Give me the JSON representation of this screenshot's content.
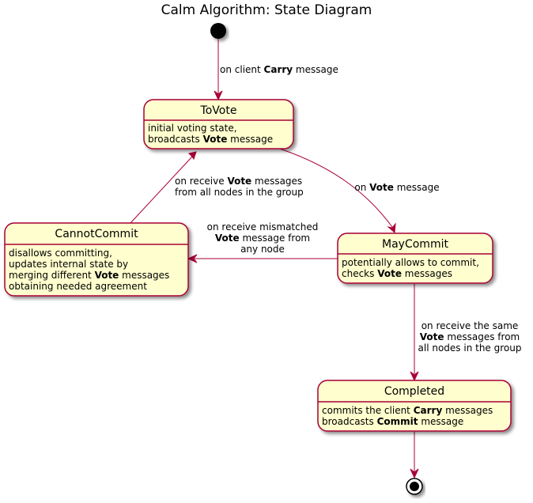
{
  "title": "Calm Algorithm: State Diagram",
  "colors": {
    "state_fill": "#fefece",
    "state_border": "#a80036",
    "edge": "#a80036",
    "pseudo": "#000000"
  },
  "states": {
    "tovote": {
      "name": "ToVote",
      "desc": [
        [
          {
            "t": "initial voting state,",
            "b": false
          }
        ],
        [
          {
            "t": "broadcasts ",
            "b": false
          },
          {
            "t": "Vote",
            "b": true
          },
          {
            "t": " message",
            "b": false
          }
        ]
      ]
    },
    "cannotcommit": {
      "name": "CannotCommit",
      "desc": [
        [
          {
            "t": "disallows committing,",
            "b": false
          }
        ],
        [
          {
            "t": "updates internal state by",
            "b": false
          }
        ],
        [
          {
            "t": "merging different ",
            "b": false
          },
          {
            "t": "Vote",
            "b": true
          },
          {
            "t": " messages",
            "b": false
          }
        ],
        [
          {
            "t": "obtaining needed agreement",
            "b": false
          }
        ]
      ]
    },
    "maycommit": {
      "name": "MayCommit",
      "desc": [
        [
          {
            "t": "potentially allows to commit,",
            "b": false
          }
        ],
        [
          {
            "t": "checks ",
            "b": false
          },
          {
            "t": "Vote",
            "b": true
          },
          {
            "t": " messages",
            "b": false
          }
        ]
      ]
    },
    "completed": {
      "name": "Completed",
      "desc": [
        [
          {
            "t": "commits the client ",
            "b": false
          },
          {
            "t": "Carry",
            "b": true
          },
          {
            "t": " messages",
            "b": false
          }
        ],
        [
          {
            "t": "broadcasts ",
            "b": false
          },
          {
            "t": "Commit",
            "b": true
          },
          {
            "t": " message",
            "b": false
          }
        ]
      ]
    }
  },
  "transitions": {
    "start_to_tovote": {
      "label": [
        [
          {
            "t": "on client ",
            "b": false
          },
          {
            "t": "Carry",
            "b": true
          },
          {
            "t": " message",
            "b": false
          }
        ]
      ]
    },
    "cannotcommit_to_tovote": {
      "label": [
        [
          {
            "t": "on receive ",
            "b": false
          },
          {
            "t": "Vote",
            "b": true
          },
          {
            "t": " messages",
            "b": false
          }
        ],
        [
          {
            "t": "from all nodes in the group",
            "b": false
          }
        ]
      ]
    },
    "tovote_to_maycommit": {
      "label": [
        [
          {
            "t": "on ",
            "b": false
          },
          {
            "t": "Vote",
            "b": true
          },
          {
            "t": " message",
            "b": false
          }
        ]
      ]
    },
    "maycommit_to_cannotcommit": {
      "label": [
        [
          {
            "t": "on receive mismatched",
            "b": false
          }
        ],
        [
          {
            "t": "Vote",
            "b": true
          },
          {
            "t": " message from",
            "b": false
          }
        ],
        [
          {
            "t": "any node",
            "b": false
          }
        ]
      ]
    },
    "maycommit_to_completed": {
      "label": [
        [
          {
            "t": "on receive the same",
            "b": false
          }
        ],
        [
          {
            "t": "Vote",
            "b": true
          },
          {
            "t": " messages from",
            "b": false
          }
        ],
        [
          {
            "t": "all nodes in the group",
            "b": false
          }
        ]
      ]
    }
  }
}
